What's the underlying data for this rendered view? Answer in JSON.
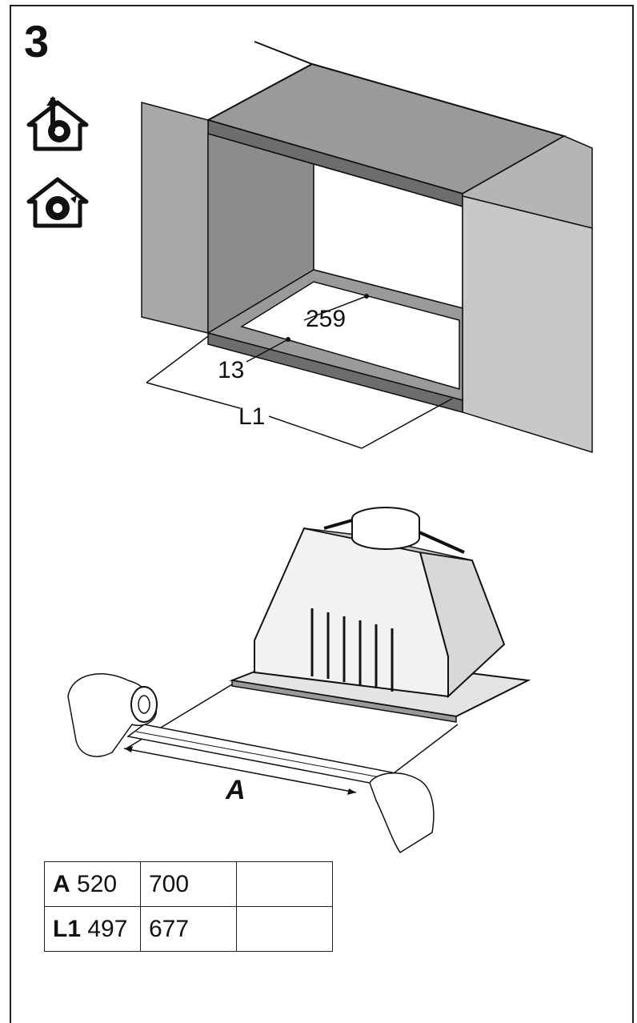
{
  "step_number": "3",
  "icons": [
    {
      "name": "ducted-extraction-icon"
    },
    {
      "name": "recirculation-icon"
    }
  ],
  "niche_diagram": {
    "dim_depth": "259",
    "dim_edge": "13",
    "dim_width_label": "L1"
  },
  "hood_diagram": {
    "dim_label": "A"
  },
  "dimensions_table": {
    "rows": [
      {
        "label": "A",
        "value1": "520",
        "value2": "700",
        "value3": ""
      },
      {
        "label": "L1",
        "value1": "497",
        "value2": "677",
        "value3": ""
      }
    ]
  }
}
